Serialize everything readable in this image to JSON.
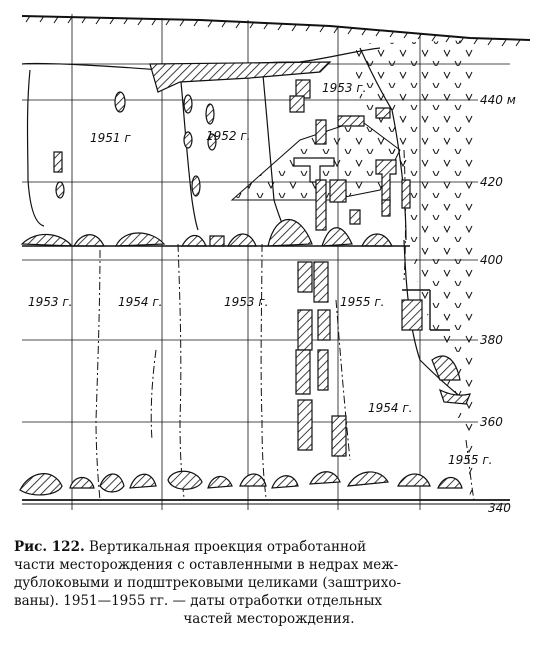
{
  "figure": {
    "level_labels": [
      "440 м",
      "420",
      "400",
      "380",
      "360",
      "340"
    ],
    "year_labels": [
      "1951 г",
      "1952 г.",
      "1953 г.",
      "1953 г.",
      "1954 г.",
      "1953 г.",
      "1955 г.",
      "1954 г.",
      "1955 г."
    ]
  },
  "caption": {
    "label": "Рис. 122.",
    "text_line1": "Вертикальная проекция отработанной",
    "text_line2": "части месторождения с оставленными в недрах меж-",
    "text_line3": "дублоковыми и подштрековыми целиками (заштрихо-",
    "text_line4": "ваны). 1951—1955 гг. — даты отработки отдельных",
    "text_line5": "частей месторождения."
  }
}
